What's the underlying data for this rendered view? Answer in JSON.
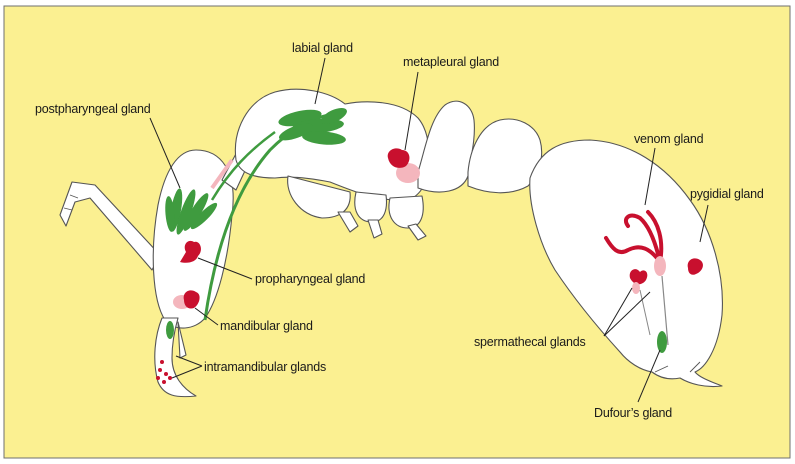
{
  "diagram": {
    "background_color": "#fbf091",
    "gland_colors": {
      "red": "#c8102e",
      "green": "#3f9b3f",
      "pink": "#f4b6bd"
    },
    "labels": {
      "labial_gland": "labial gland",
      "metapleural_gland": "metapleural gland",
      "postpharyngeal_gland": "postpharyngeal gland",
      "venom_gland": "venom gland",
      "pygidial_gland": "pygidial gland",
      "propharyngeal_gland": "propharyngeal gland",
      "mandibular_gland": "mandibular gland",
      "intramandibular_glands": "intramandibular glands",
      "spermathecal_glands": "spermathecal glands",
      "dufours_gland": "Dufour’s gland"
    }
  }
}
